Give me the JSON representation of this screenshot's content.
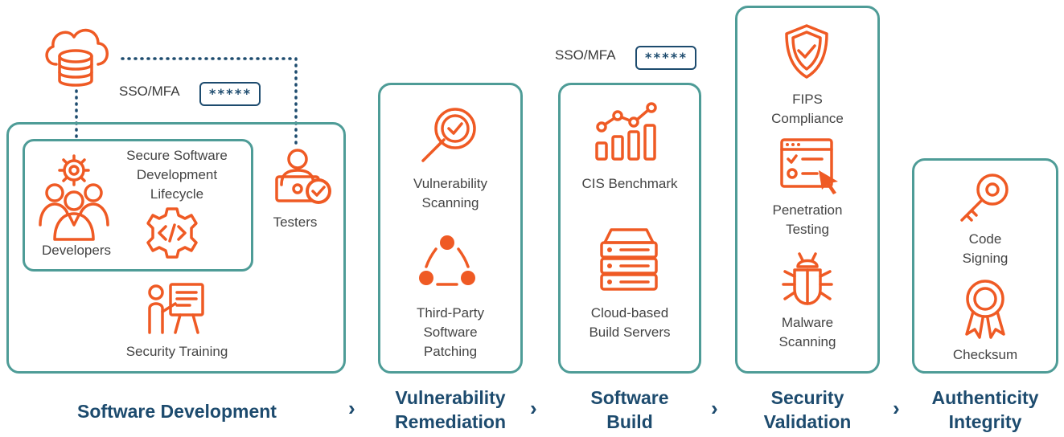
{
  "stages": [
    {
      "line1": "Software Development",
      "line2": ""
    },
    {
      "line1": "Vulnerability",
      "line2": "Remediation"
    },
    {
      "line1": "Software",
      "line2": "Build"
    },
    {
      "line1": "Security",
      "line2": "Validation"
    },
    {
      "line1": "Authenticity",
      "line2": "Integrity"
    }
  ],
  "chevron": "›",
  "sso_left": {
    "label": "SSO/MFA",
    "mask": "*****"
  },
  "sso_mid": {
    "label": "SSO/MFA",
    "mask": "*****"
  },
  "dev": {
    "sdlc": [
      "Secure Software",
      "Development",
      "Lifecycle"
    ],
    "developers": "Developers",
    "testers": "Testers",
    "training": "Security Training"
  },
  "vuln": {
    "scanning": [
      "Vulnerability",
      "Scanning"
    ],
    "patching": [
      "Third-Party",
      "Software",
      "Patching"
    ]
  },
  "build": {
    "cis": "CIS Benchmark",
    "servers": [
      "Cloud-based",
      "Build Servers"
    ]
  },
  "security": {
    "fips": [
      "FIPS",
      "Compliance"
    ],
    "pentest": [
      "Penetration",
      "Testing"
    ],
    "malware": [
      "Malware",
      "Scanning"
    ]
  },
  "auth": {
    "signing": [
      "Code",
      "Signing"
    ],
    "checksum": "Checksum"
  },
  "colors": {
    "accent": "#ef5a24",
    "border": "#4e9c97",
    "navy": "#1d4b6e"
  }
}
